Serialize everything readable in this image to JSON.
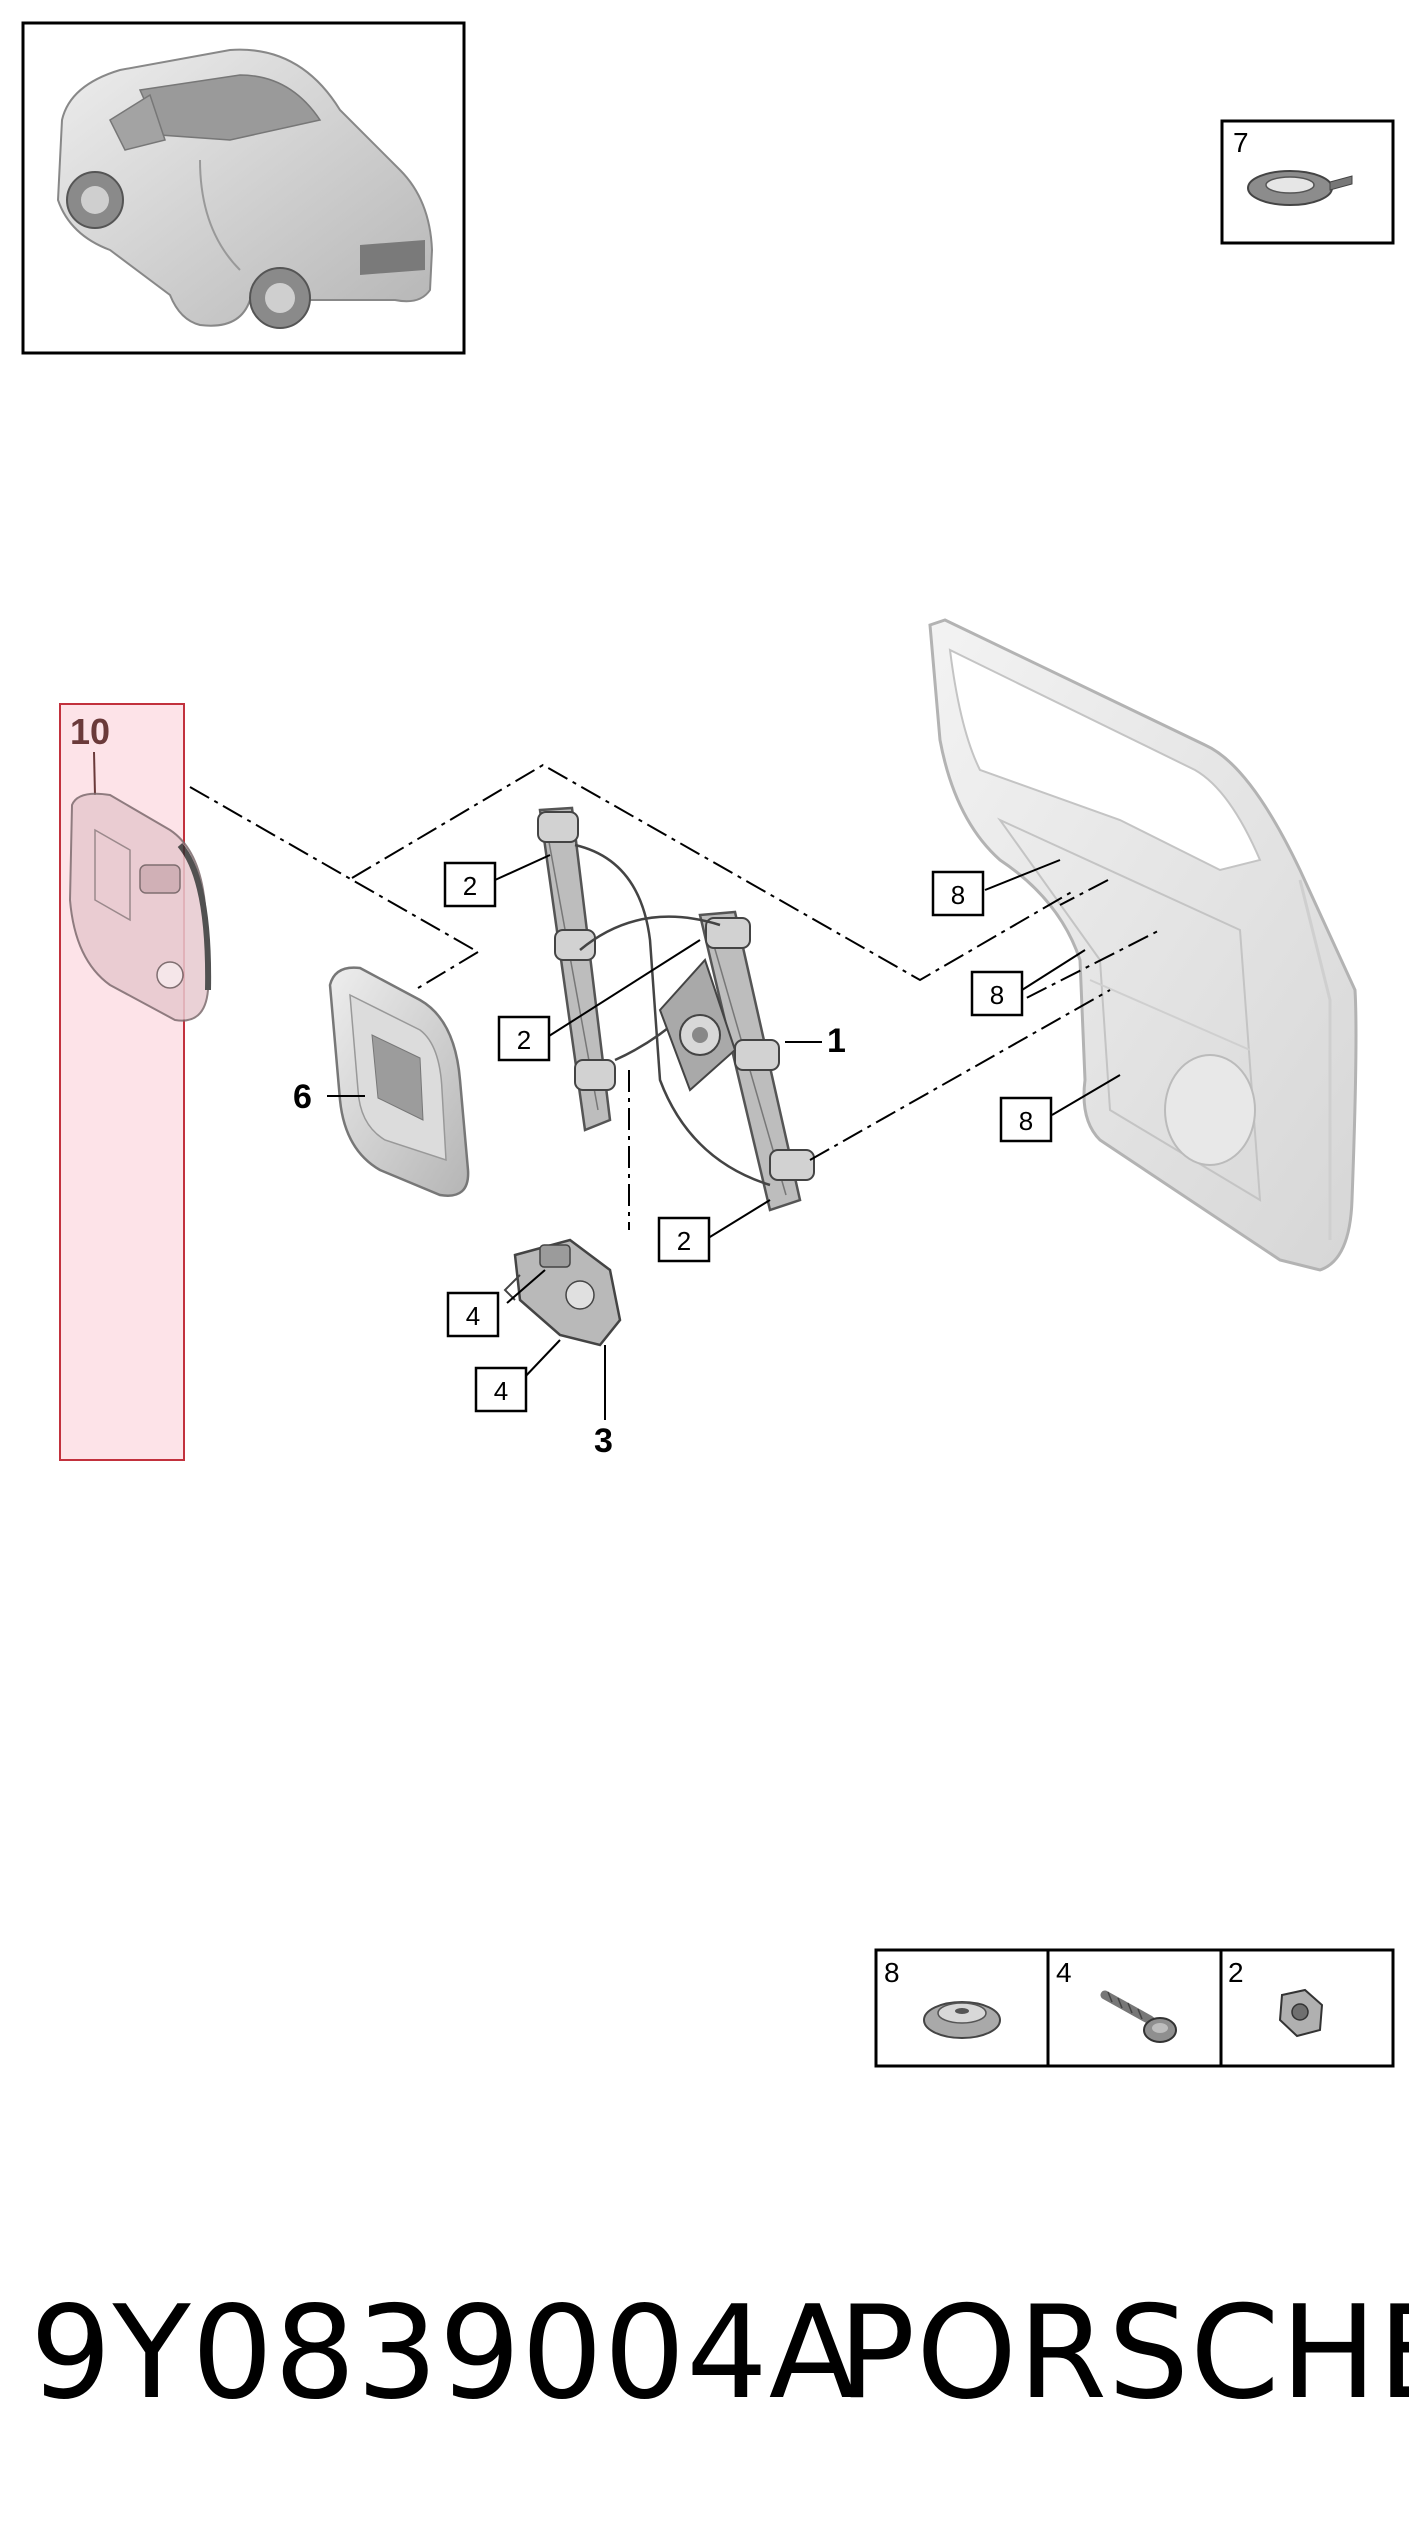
{
  "diagram": {
    "labels": {
      "ref_7": "7",
      "ref_10": "10",
      "ref_6": "6",
      "ref_1": "1",
      "ref_3": "3",
      "box_2a": "2",
      "box_2b": "2",
      "box_2c": "2",
      "box_4a": "4",
      "box_4b": "4",
      "box_8a": "8",
      "box_8b": "8",
      "box_8c": "8"
    },
    "legend": {
      "cells": [
        {
          "label": "8",
          "icon": "plastic-clip-icon"
        },
        {
          "label": "4",
          "icon": "screw-icon"
        },
        {
          "label": "2",
          "icon": "hex-nut-icon"
        }
      ]
    },
    "colors": {
      "highlight_fill": "#fde3e8",
      "highlight_border": "#c2313d",
      "highlight_label": "#6b3a3a",
      "part_gray": "#c9c9c9",
      "line": "#000000"
    }
  },
  "footer": {
    "part_number": "9Y0839004A",
    "brand": "PORSCHE"
  }
}
